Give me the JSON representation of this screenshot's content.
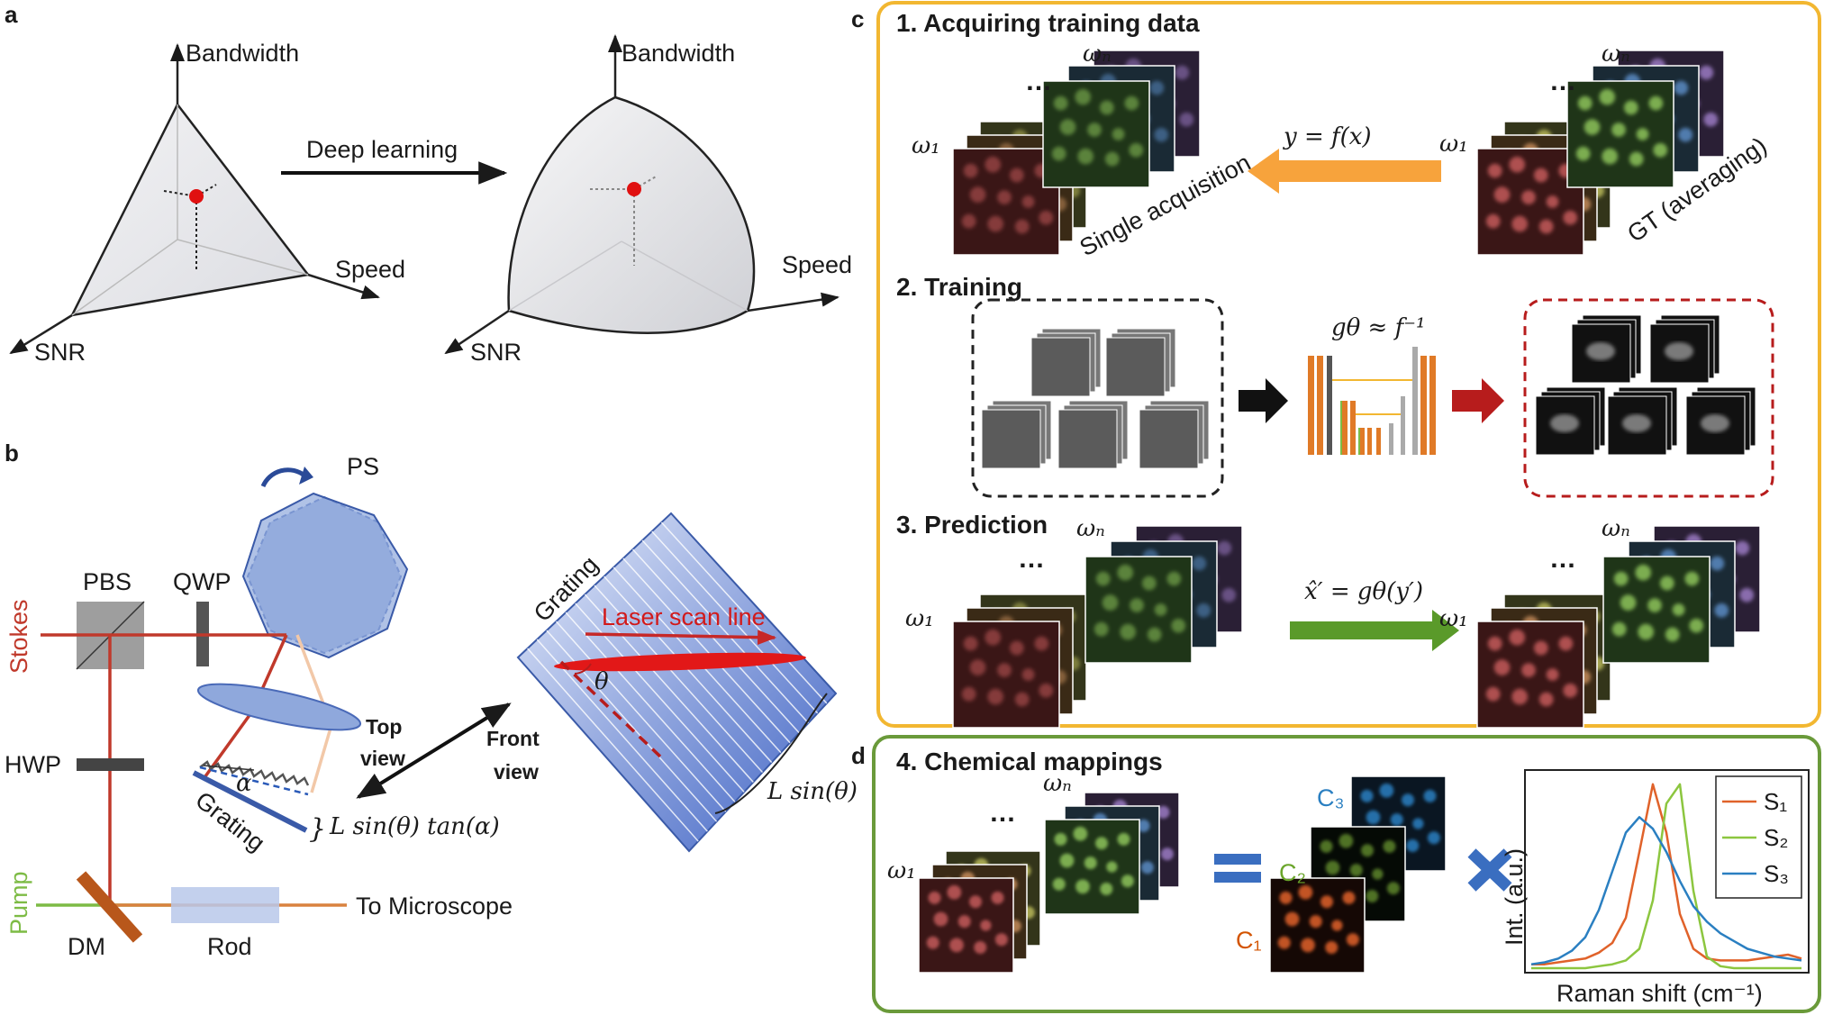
{
  "colors": {
    "stokes": "#c0392b",
    "pump": "#7dbb45",
    "panel_c_border": "#f2b731",
    "panel_d_border": "#6a9a3a",
    "arrow_orange": "#f7a33c",
    "arrow_green": "#5a9a2a",
    "arrow_red": "#b71c1c",
    "polygon_blue": "#8fa8dc",
    "curve_s1": "#e0622a",
    "curve_s2": "#8cc63f",
    "curve_s3": "#2a7fc1"
  },
  "panel_a": {
    "label": "a",
    "axis_bandwidth": "Bandwidth",
    "axis_speed": "Speed",
    "axis_snr": "SNR",
    "arrow_text": "Deep learning"
  },
  "panel_b": {
    "label": "b",
    "ps": "PS",
    "pbs": "PBS",
    "qwp": "QWP",
    "stokes": "Stokes",
    "hwp": "HWP",
    "pump": "Pump",
    "dm": "DM",
    "rod": "Rod",
    "to_microscope": "To Microscope",
    "grating_left": "Grating",
    "alpha": "α",
    "formula_left": "L sin(θ)  tan(α)",
    "top_view": [
      "Top",
      "view"
    ],
    "front_view": [
      "Front",
      "view"
    ],
    "grating_right": "Grating",
    "laser_scan_line": "Laser scan line",
    "theta": "θ",
    "formula_right": "L sin(θ)"
  },
  "panel_c": {
    "label": "c",
    "step1": "1. Acquiring training data",
    "step2": "2. Training",
    "step3": "3. Prediction",
    "single_acquisition": "Single acquisition",
    "gt_averaging": "GT (averaging)",
    "eq1": "y = f(x)",
    "eq2": "gθ ≈ f⁻¹",
    "eq3": "x̂′ = gθ(y′)",
    "omega_1": "ω₁",
    "omega_n": "ωₙ",
    "dots": "…"
  },
  "panel_d": {
    "label": "d",
    "step4": "4. Chemical mappings",
    "c1": "C₁",
    "c2": "C₂",
    "c3": "C₃",
    "omega_1": "ω₁",
    "omega_n": "ωₙ",
    "dots": "…"
  },
  "chart_data": {
    "type": "line",
    "xlabel": "Raman shift (cm⁻¹)",
    "ylabel": "Int. (a.u.)",
    "legend_position": "top-right",
    "x": [
      0,
      0.05,
      0.1,
      0.15,
      0.2,
      0.25,
      0.3,
      0.35,
      0.4,
      0.45,
      0.5,
      0.55,
      0.6,
      0.65,
      0.7,
      0.75,
      0.8,
      0.85,
      0.9,
      0.95,
      1.0
    ],
    "series": [
      {
        "name": "S₁",
        "values": [
          0.02,
          0.02,
          0.03,
          0.04,
          0.05,
          0.08,
          0.13,
          0.26,
          0.6,
          0.95,
          0.7,
          0.28,
          0.1,
          0.05,
          0.04,
          0.04,
          0.04,
          0.05,
          0.06,
          0.07,
          0.05
        ]
      },
      {
        "name": "S₂",
        "values": [
          0.0,
          0.0,
          0.0,
          0.0,
          0.0,
          0.01,
          0.02,
          0.04,
          0.1,
          0.35,
          0.85,
          0.95,
          0.4,
          0.06,
          0.01,
          0.0,
          0.0,
          0.0,
          0.0,
          0.0,
          0.0
        ]
      },
      {
        "name": "S₃",
        "values": [
          0.02,
          0.03,
          0.05,
          0.09,
          0.16,
          0.3,
          0.5,
          0.7,
          0.78,
          0.72,
          0.6,
          0.45,
          0.32,
          0.24,
          0.18,
          0.14,
          0.1,
          0.08,
          0.06,
          0.05,
          0.04
        ]
      }
    ]
  }
}
